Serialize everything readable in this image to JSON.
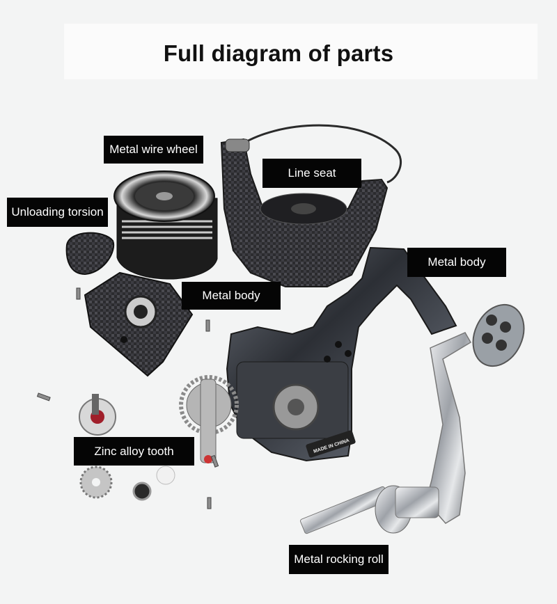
{
  "title": "Full diagram of parts",
  "labels": {
    "metal_wire_wheel": "Metal wire wheel",
    "line_seat": "Line seat",
    "unloading_torsion": "Unloading torsion",
    "metal_body_right": "Metal body",
    "metal_body_center": "Metal body",
    "zinc_alloy_tooth": "Zinc alloy tooth",
    "metal_rocking_roll": "Metal rocking roll"
  },
  "watermark": "MADE IN CHINA"
}
